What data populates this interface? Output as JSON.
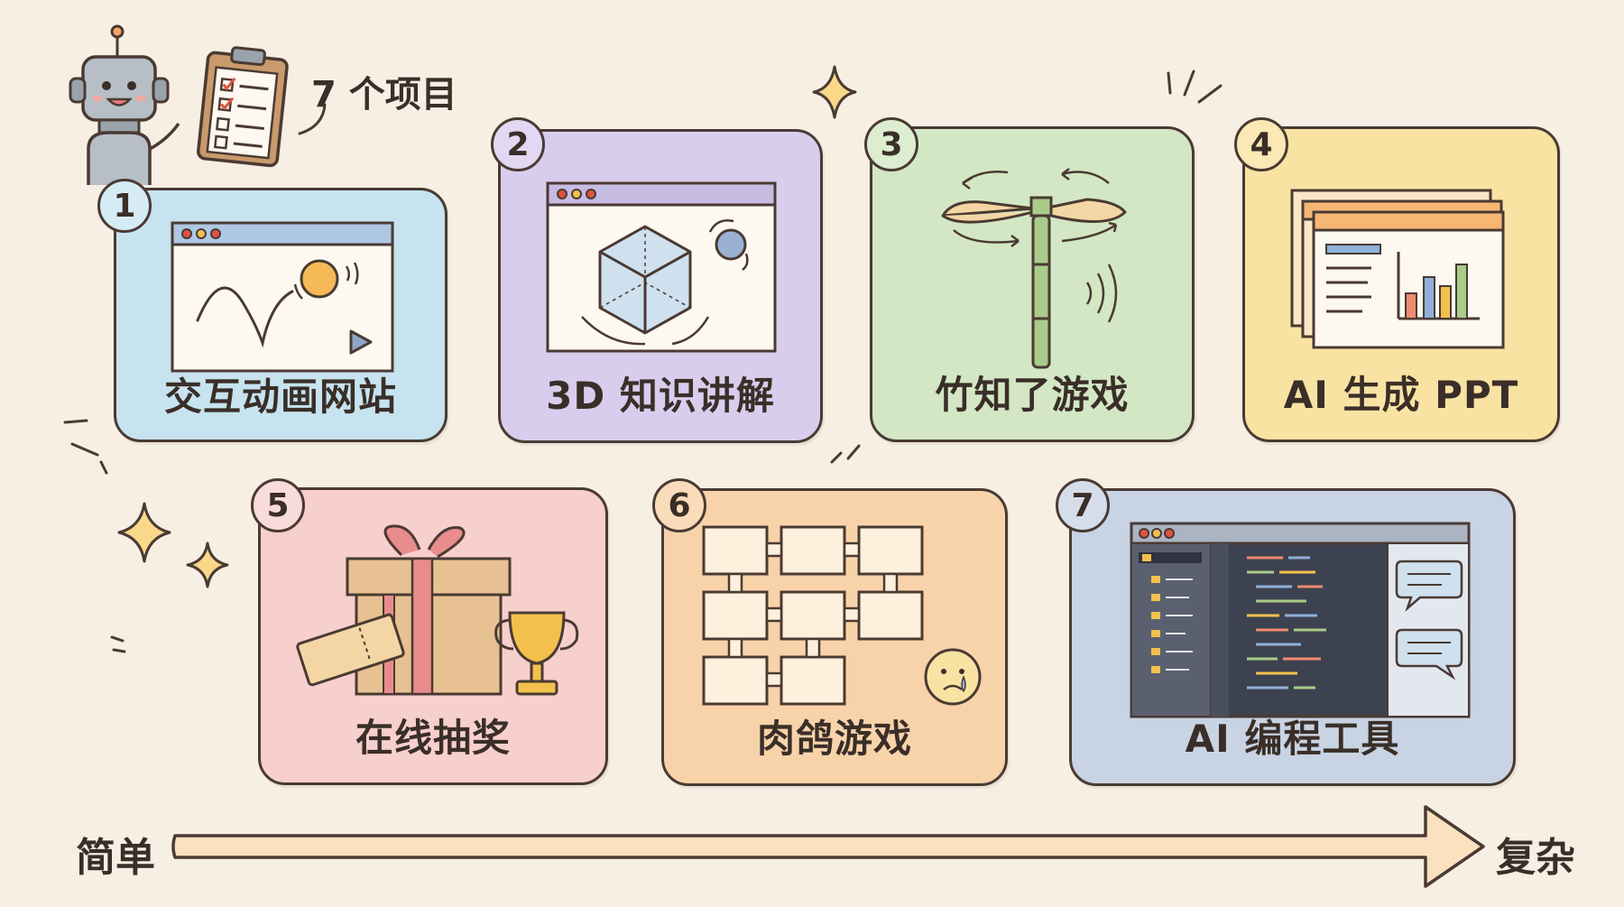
{
  "header": {
    "title": "7 个项目"
  },
  "projects": [
    {
      "number": "1",
      "label": "交互动画网站",
      "icon": "bouncing-ball-browser",
      "bg": "#c6e3ef",
      "badge_bg": "#d6ecf4"
    },
    {
      "number": "2",
      "label": "3D 知识讲解",
      "icon": "3d-cube-browser",
      "bg": "#d9cdee",
      "badge_bg": "#e3d8f3"
    },
    {
      "number": "3",
      "label": "竹知了游戏",
      "icon": "bamboo-copter",
      "bg": "#d3e7c4",
      "badge_bg": "#dcedd0"
    },
    {
      "number": "4",
      "label": "AI 生成 PPT",
      "icon": "slides-chart",
      "bg": "#f9e3a3",
      "badge_bg": "#fbe8b4"
    },
    {
      "number": "5",
      "label": "在线抽奖",
      "icon": "gift-ticket-trophy",
      "bg": "#f7cfcd",
      "badge_bg": "#f9dbd9"
    },
    {
      "number": "6",
      "label": "肉鸽游戏",
      "icon": "room-grid-map",
      "bg": "#f8d3aa",
      "badge_bg": "#fadcba"
    },
    {
      "number": "7",
      "label": "AI 编程工具",
      "icon": "code-editor",
      "bg": "#c8d3e3",
      "badge_bg": "#d5ddea"
    }
  ],
  "axis": {
    "start": "简单",
    "end": "复杂",
    "direction": "simple-to-complex"
  },
  "colors": {
    "background": "#f7efe3",
    "outline": "#4a3a33",
    "arrow": "#fbe1c0"
  }
}
